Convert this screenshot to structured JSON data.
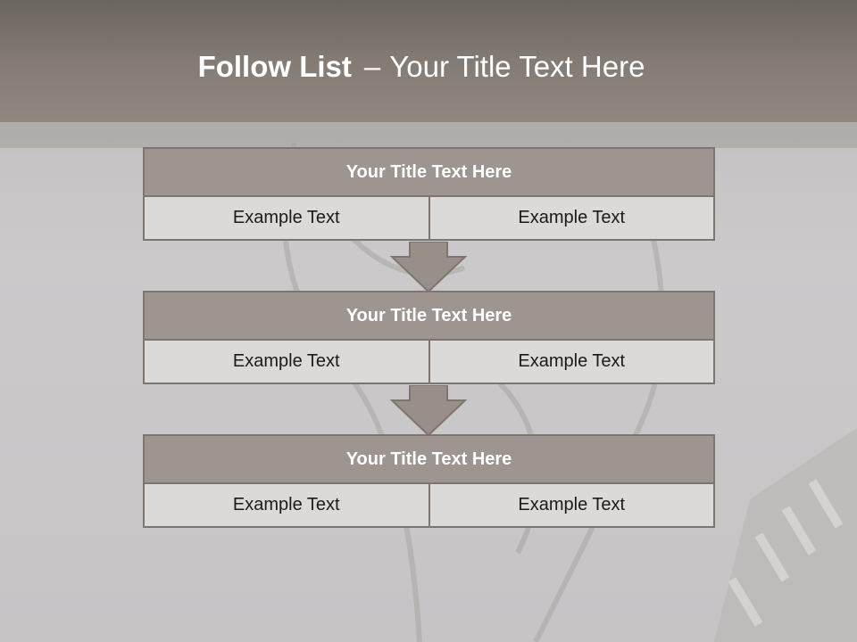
{
  "slide": {
    "title_bold": "Follow List",
    "title_separator": "–",
    "title_rest": "Your Title Text Here"
  },
  "blocks": [
    {
      "title": "Your Title Text Here",
      "left": "Example Text",
      "right": "Example Text"
    },
    {
      "title": "Your Title Text Here",
      "left": "Example Text",
      "right": "Example Text"
    },
    {
      "title": "Your Title Text Here",
      "left": "Example Text",
      "right": "Example Text"
    }
  ],
  "colors": {
    "header": "#837b74",
    "block_title": "#9f9590",
    "cell": "#dcdad8",
    "border": "#7d7570",
    "arrow": "#998f89"
  }
}
